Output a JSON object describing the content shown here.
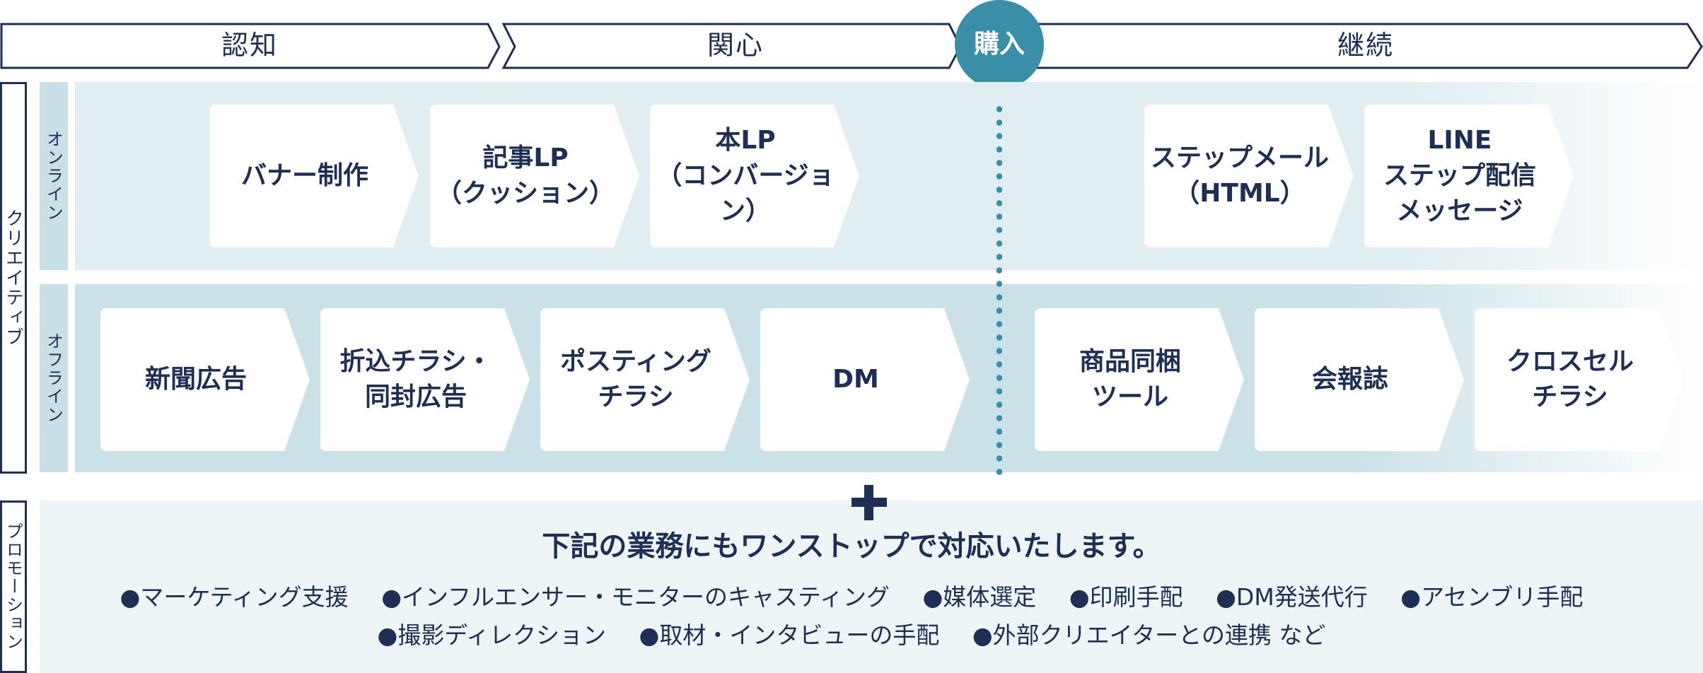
{
  "stages": {
    "awareness": "認知",
    "interest": "関心",
    "purchase": "購入",
    "continuation": "継続"
  },
  "side_labels": {
    "creative": "クリエイティブ",
    "online": "オンライン",
    "offline": "オフライン",
    "promotion": "プロモーション"
  },
  "online_cards": [
    "バナー制作",
    "記事LP\n（クッション）",
    "本LP\n（コンバージョン）",
    "ステップメール\n（HTML）",
    "LINE\nステップ配信\nメッセージ"
  ],
  "offline_cards": [
    "新聞広告",
    "折込チラシ・\n同封広告",
    "ポスティング\nチラシ",
    "DM",
    "商品同梱\nツール",
    "会報誌",
    "クロスセル\nチラシ"
  ],
  "promotion": {
    "headline": "下記の業務にもワンストップで対応いたします。",
    "line1": [
      "●マーケティング支援",
      "●インフルエンサー・モニターのキャスティング",
      "●媒体選定",
      "●印刷手配",
      "●DM発送代行",
      "●アセンブリ手配"
    ],
    "line2": [
      "●撮影ディレクション",
      "●取材・インタビューの手配",
      "●外部クリエイターとの連携 など"
    ]
  },
  "colors": {
    "navy": "#1e2f55",
    "teal": "#3a8fa8"
  },
  "icons": {
    "plus": "plus-icon"
  }
}
